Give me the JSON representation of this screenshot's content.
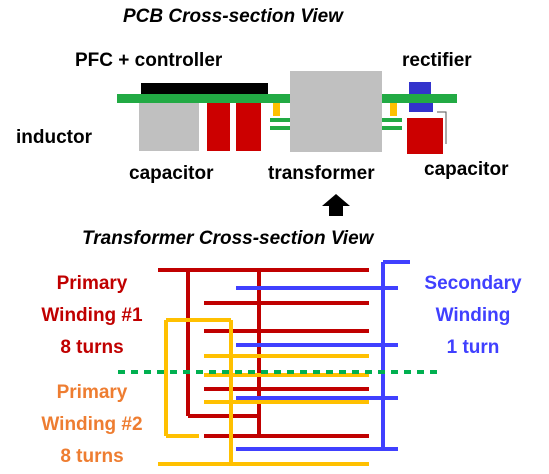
{
  "pcb_view": {
    "title": "PCB Cross-section View",
    "labels": {
      "pfc_controller": "PFC + controller",
      "rectifier": "rectifier",
      "inductor": "inductor",
      "capacitor_left": "capacitor",
      "transformer": "transformer",
      "capacitor_right": "capacitor"
    }
  },
  "transformer_view": {
    "title": "Transformer Cross-section View",
    "primary_1": {
      "name_line1": "Primary",
      "name_line2": "Winding #1",
      "turns": "8 turns"
    },
    "primary_2": {
      "name_line1": "Primary",
      "name_line2": "Winding #2",
      "turns": "8 turns"
    },
    "secondary": {
      "name_line1": "Secondary",
      "name_line2": "Winding",
      "turns": "1 turn"
    }
  },
  "colors": {
    "pcb_green": "#22aa44",
    "controller_black": "#000000",
    "inductor_gray": "#c0c0c0",
    "capacitor_red": "#cc0000",
    "transformer_gray": "#c0c0c0",
    "rectifier_blue": "#3333cc",
    "primary_1_color": "#c00000",
    "primary_2_color": "#ffc000",
    "secondary_color": "#4040ff",
    "primary_2_label_color": "#ee7d31",
    "divider_dashed_green": "#00b050"
  }
}
